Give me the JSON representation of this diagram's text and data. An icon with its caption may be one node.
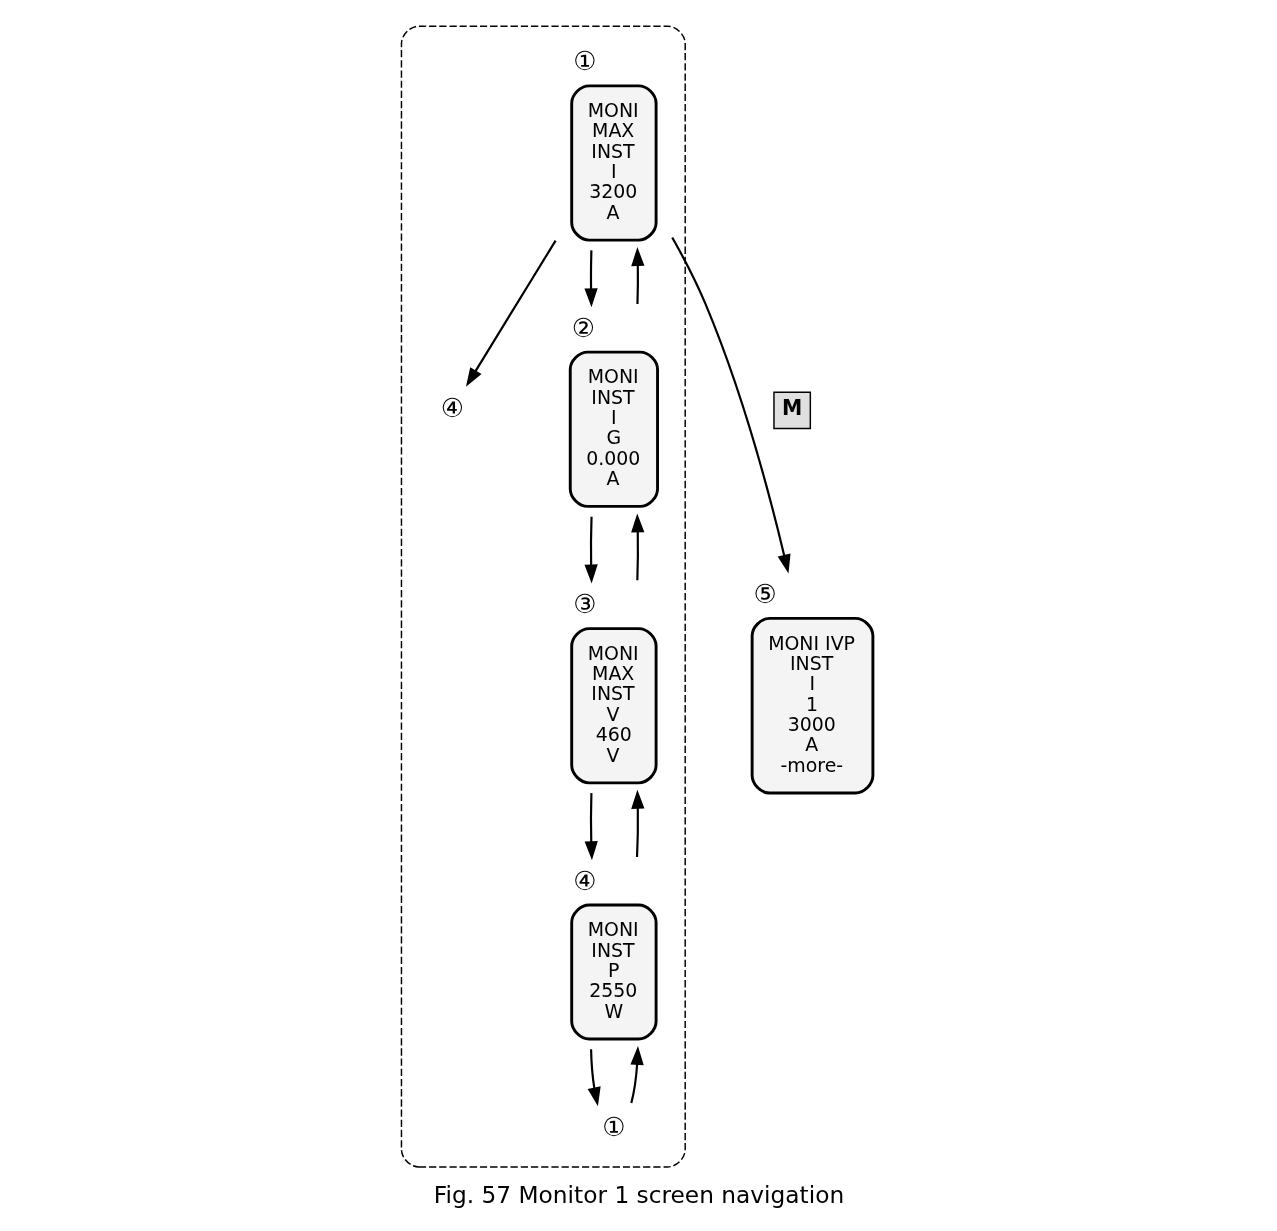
{
  "diagram": {
    "caption": "Fig. 57 Monitor 1 screen navigation",
    "nodes": [
      {
        "text": [],
        "shape": "box"
      },
      {
        "text": [
          "④"
        ],
        "in": 0
      },
      {
        "text": [
          "MONI",
          "MAX",
          "INST",
          "I",
          "3200",
          "A"
        ],
        "beside": [
          "①"
        ],
        "in": 0
      },
      {
        "text": [
          "MONI",
          "INST",
          "I",
          "G",
          "0.000",
          "A"
        ],
        "beside": [
          "②"
        ],
        "in": 0
      },
      {
        "text": [
          "MONI",
          "MAX",
          "INST",
          "V",
          "460",
          "V"
        ],
        "beside": [
          "③"
        ],
        "in": 0
      },
      {
        "text": [
          "MONI",
          "INST",
          "P",
          "2550",
          "W"
        ],
        "beside": [
          "④"
        ],
        "in": 0
      },
      {
        "text": [
          "①"
        ],
        "in": 0
      },
      {
        "text": [
          "MONI IVP",
          "INST",
          "I",
          "1",
          "3000",
          "A",
          "-more-"
        ],
        "beside": [
          "⑤"
        ]
      }
    ],
    "edges": [
      {
        "from": 2,
        "to": 1,
        "arrow": "to"
      },
      {
        "from": 2,
        "to": 3,
        "arrow": "to"
      },
      {
        "from": 3,
        "to": 2,
        "arrow": "to"
      },
      {
        "from": 3,
        "to": 4,
        "arrow": "to"
      },
      {
        "from": 4,
        "to": 3,
        "arrow": "to"
      },
      {
        "from": 4,
        "to": 5,
        "arrow": "to"
      },
      {
        "from": 5,
        "to": 4,
        "arrow": "to"
      },
      {
        "from": 5,
        "to": 6,
        "arrow": "to"
      },
      {
        "from": 6,
        "to": 5,
        "arrow": "to"
      },
      {
        "from": 2,
        "to": 7,
        "arrow": "to",
        "label": "M"
      }
    ]
  }
}
